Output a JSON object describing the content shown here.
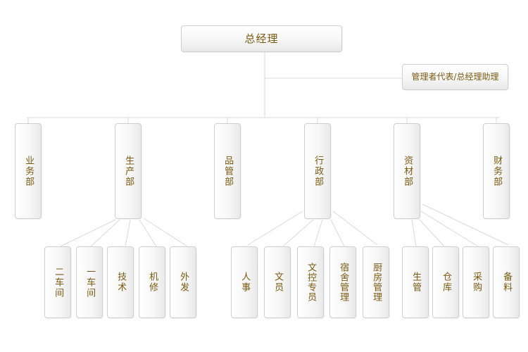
{
  "colors": {
    "connector": "#d9d9d9",
    "text": "#7a5a12",
    "box_border": "#cfcfcf"
  },
  "top": {
    "label": "总经理"
  },
  "assistant": {
    "label": "管理者代表/总经理助理"
  },
  "departments": [
    {
      "id": "sales",
      "label": "业务部",
      "children": []
    },
    {
      "id": "production",
      "label": "生产部",
      "children": [
        "二车间",
        "一车间",
        "技术",
        "机修",
        "外发"
      ]
    },
    {
      "id": "quality",
      "label": "品管部",
      "children": []
    },
    {
      "id": "admin",
      "label": "行政部",
      "children": [
        "人事",
        "文员",
        "文控专员",
        "宿舍管理",
        "厨房管理"
      ]
    },
    {
      "id": "materials",
      "label": "资材部",
      "children": [
        "生管",
        "仓库",
        "采购",
        "备料"
      ]
    },
    {
      "id": "finance",
      "label": "财务部",
      "children": []
    }
  ]
}
